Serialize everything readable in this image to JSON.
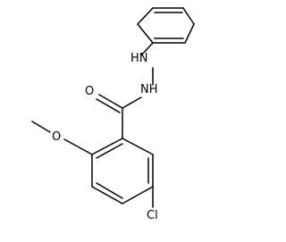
{
  "structure": {
    "atoms": {
      "oxygen_methoxy": "O",
      "oxygen_carbonyl": "O",
      "nitrogen_amide": "NH",
      "nitrogen_hydrazine": "HN",
      "chlorine": "Cl"
    }
  }
}
